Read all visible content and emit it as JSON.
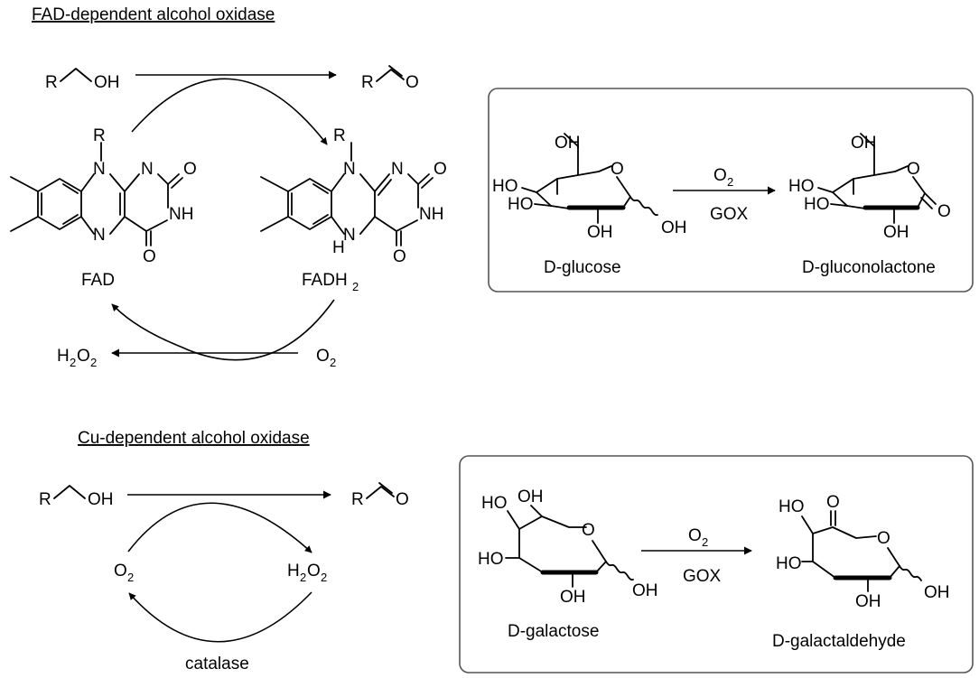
{
  "fad_section": {
    "title": "FAD-dependent alcohol oxidase",
    "substrate": {
      "r": "R",
      "group": "OH"
    },
    "product": {
      "r": "R",
      "group": "O"
    },
    "oxidized_flavin": {
      "r": "R",
      "n1": "N",
      "n2": "N",
      "n3": "N",
      "o1": "O",
      "o2": "O",
      "nh": "NH"
    },
    "reduced_flavin": {
      "r": "R",
      "n1": "N",
      "n2": "N",
      "h_n": "H",
      "n_bottom": "N",
      "o1": "O",
      "o2": "O",
      "nh": "NH"
    },
    "fad_label": "FAD",
    "fadh2_label": "FADH",
    "fadh2_sub": "2",
    "h2o2": {
      "h": "H",
      "sub1": "2",
      "o": "O",
      "sub2": "2"
    },
    "o2": {
      "o": "O",
      "sub": "2"
    }
  },
  "glucose_box": {
    "substrate_name": "D-glucose",
    "product_name": "D-gluconolactone",
    "arrow_top": {
      "o": "O",
      "sub": "2"
    },
    "arrow_bottom": "GOX",
    "substrate_labels": {
      "oh_top": "OH",
      "ho_upper": "HO",
      "ho_lower": "HO",
      "ring_o": "O",
      "oh_bottom": "OH",
      "oh_right": "OH"
    },
    "product_labels": {
      "oh_top": "OH",
      "ho_upper": "HO",
      "ho_lower": "HO",
      "ring_o": "O",
      "carbonyl_o": "O",
      "oh_bottom": "OH"
    }
  },
  "cu_section": {
    "title": "Cu-dependent alcohol oxidase",
    "substrate": {
      "r": "R",
      "group": "OH"
    },
    "product": {
      "r": "R",
      "group": "O"
    },
    "o2": {
      "o": "O",
      "sub": "2"
    },
    "h2o2": {
      "h": "H",
      "sub1": "2",
      "o": "O",
      "sub2": "2"
    },
    "catalase": "catalase"
  },
  "galactose_box": {
    "substrate_name": "D-galactose",
    "product_name": "D-galactaldehyde",
    "arrow_top": {
      "o": "O",
      "sub": "2"
    },
    "arrow_bottom": "GOX",
    "substrate_labels": {
      "ho_a": "HO",
      "oh_a": "OH",
      "ring_o": "O",
      "ho_lower": "HO",
      "oh_bottom": "OH",
      "oh_right": "OH"
    },
    "product_labels": {
      "ho_top": "HO",
      "ald_o": "O",
      "ring_o": "O",
      "ho_lower": "HO",
      "oh_bottom": "OH",
      "oh_right": "OH"
    }
  }
}
